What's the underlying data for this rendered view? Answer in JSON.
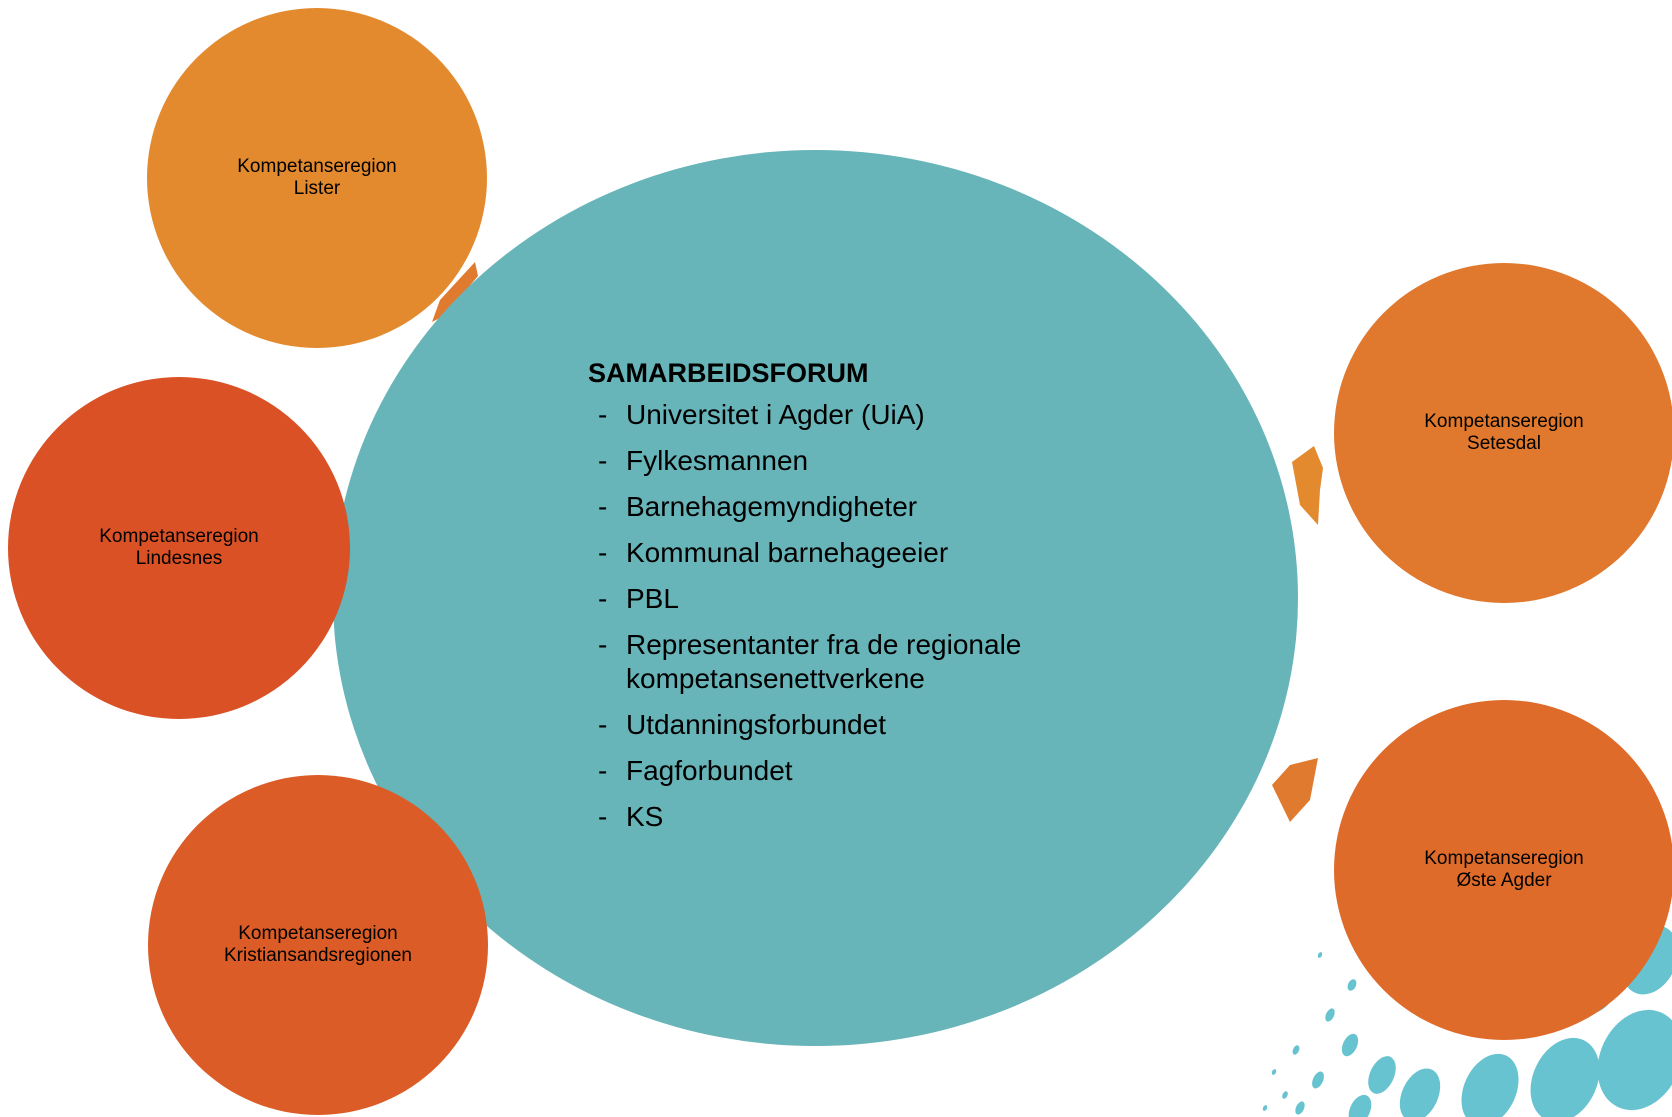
{
  "center": {
    "title": "SAMARBEIDSFORUM",
    "members": [
      "Universitet i Agder  (UiA)",
      "Fylkesmannen",
      "Barnehagemyndigheter",
      "Kommunal barnehageeier",
      "PBL",
      "Representanter fra de regionale kompetansenettverkene",
      "Utdanningsforbundet",
      "Fagforbundet",
      "KS"
    ],
    "bullet": "-",
    "color": "#67b4b9"
  },
  "regions": {
    "lister": {
      "line1": "Kompetanseregion",
      "line2": "Lister",
      "color": "#e38a2f"
    },
    "lindesnes": {
      "line1": "Kompetanseregion",
      "line2": "Lindesnes",
      "color": "#da5126"
    },
    "kristiansand": {
      "line1": "Kompetanseregion",
      "line2": "Kristiansandsregionen",
      "color": "#dc5c27"
    },
    "setesdal": {
      "line1": "Kompetanseregion",
      "line2": "Setesdal",
      "color": "#e0782d"
    },
    "oste_agder": {
      "line1": "Kompetanseregion",
      "line2": "Øste Agder",
      "color": "#df6b2b"
    }
  },
  "decoration": {
    "dots_color": "#67c3cf",
    "arrow_color": "#e07a2e"
  }
}
